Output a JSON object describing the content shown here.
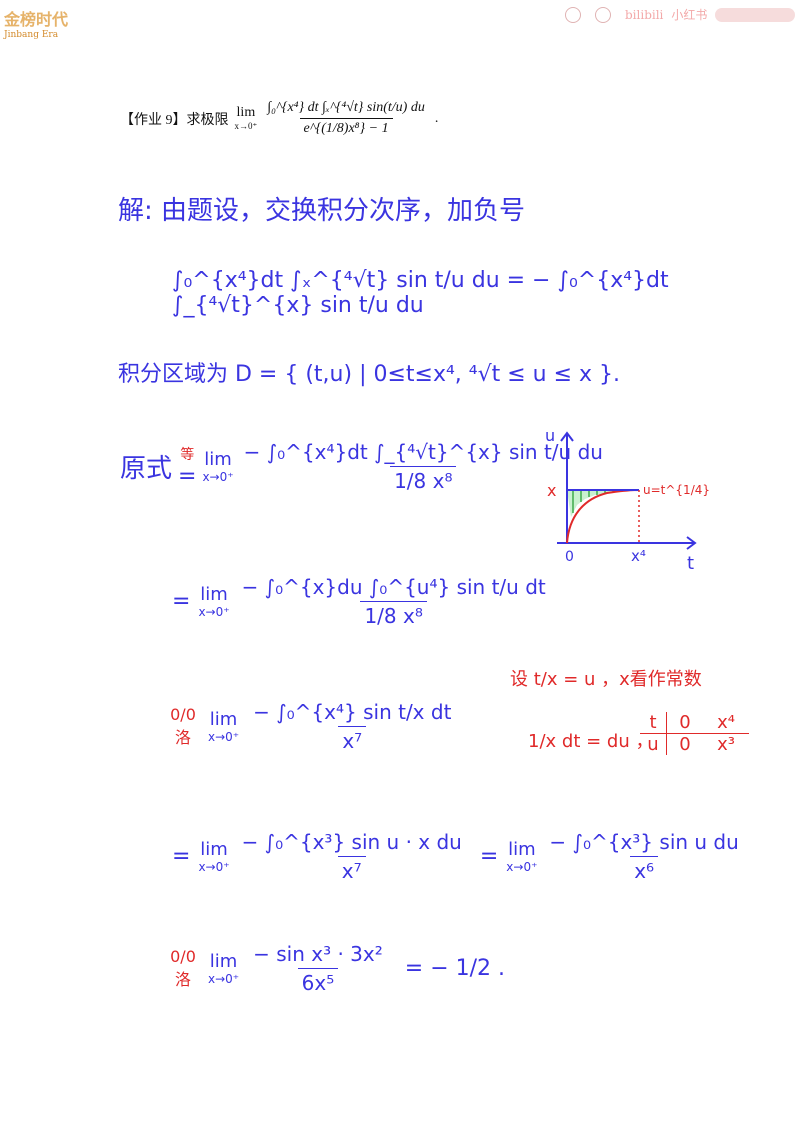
{
  "watermark": {
    "left_brand": "金榜时代",
    "left_tag": "Jinbang Era",
    "right_items": [
      "bilibili",
      "小红书"
    ]
  },
  "problem": {
    "label": "【作业 9】求极限",
    "lim": "lim",
    "lim_sub": "x→0⁺",
    "numerator": "∫₀^{x⁴} dt ∫ₓ^{⁴√t} sin(t/u) du",
    "denominator": "e^{(1/8)x⁸} − 1",
    "end": "."
  },
  "solution": {
    "intro": "解: 由题设，交换积分次序，加负号",
    "swap_eq": "∫₀^{x⁴}dt ∫ₓ^{⁴√t} sin t/u du = − ∫₀^{x⁴}dt ∫_{⁴√t}^{x} sin t/u du",
    "region": "积分区域为 D = { (t,u) | 0≤t≤x⁴, ⁴√t ≤ u ≤ x }.",
    "step1_prefix": "原式",
    "step1_eq_mark": "等",
    "step1_num": "− ∫₀^{x⁴}dt ∫_{⁴√t}^{x} sin t/u du",
    "step1_den": "1/8 x⁸",
    "step2_num": "− ∫₀^{x}du ∫₀^{u⁴} sin t/u dt",
    "step2_den": "1/8 x⁸",
    "step3_mark": "0/0 洛",
    "step3_num": "− ∫₀^{x⁴} sin t/x dt",
    "step3_den": "x⁷",
    "step4_num": "− ∫₀^{x³} sin u · x du",
    "step4_den": "x⁷",
    "step4b_num": "− ∫₀^{x³} sin u du",
    "step4b_den": "x⁶",
    "step5_mark": "0/0 洛",
    "step5_num": "− sin x³ · 3x²",
    "step5_den": "6x⁵",
    "result": "= − 1/2 .",
    "lim_text": "lim",
    "lim_sub": "x→0⁺"
  },
  "side_note": {
    "sub": "设 t/x = u ，x看作常数",
    "diff": "1/x dt = du ，",
    "table_headers": [
      "t",
      "u"
    ],
    "table_row_t": [
      "0",
      "x⁴"
    ],
    "table_row_u": [
      "0",
      "x³"
    ]
  },
  "graph": {
    "axis_u": "u",
    "axis_t": "t",
    "label_x": "x",
    "label_x4": "x⁴",
    "origin": "0",
    "curve_label": "u=t^{1/4}"
  },
  "colors": {
    "ink_blue": "#3a34e0",
    "ink_red": "#e02a2a",
    "ink_green": "#1a9a2a"
  }
}
